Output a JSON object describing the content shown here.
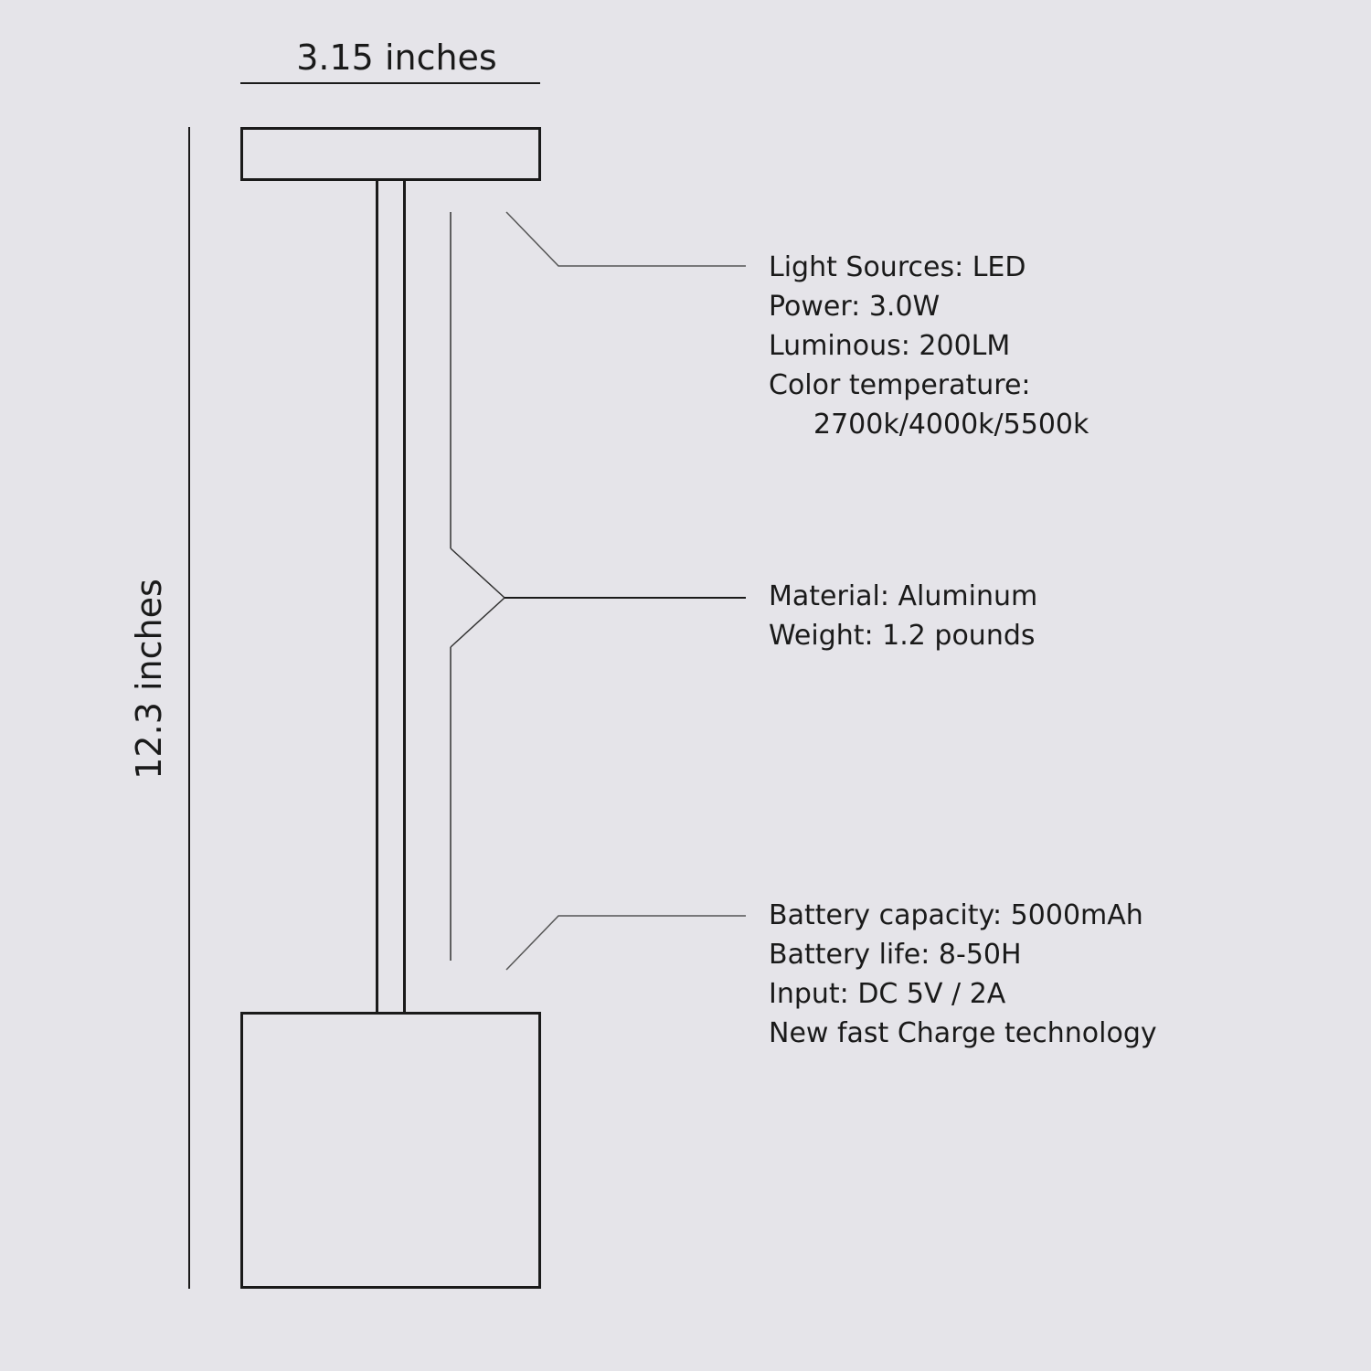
{
  "dimensions": {
    "width_label": "3.15 inches",
    "height_label": "12.3 inches"
  },
  "specs": {
    "light": {
      "lines": [
        "Light Sources: LED",
        "Power: 3.0W",
        "Luminous: 200LM",
        "Color temperature:",
        "2700k/4000k/5500k"
      ]
    },
    "body": {
      "lines": [
        "Material: Aluminum",
        "Weight: 1.2 pounds"
      ]
    },
    "battery": {
      "lines": [
        "Battery capacity: 5000mAh",
        "Battery life: 8-50H",
        "Input: DC 5V / 2A",
        "New fast Charge technology"
      ]
    }
  },
  "colors": {
    "background": "#e5e4e9",
    "line": "#1a1a1a",
    "leader": "#555555"
  }
}
